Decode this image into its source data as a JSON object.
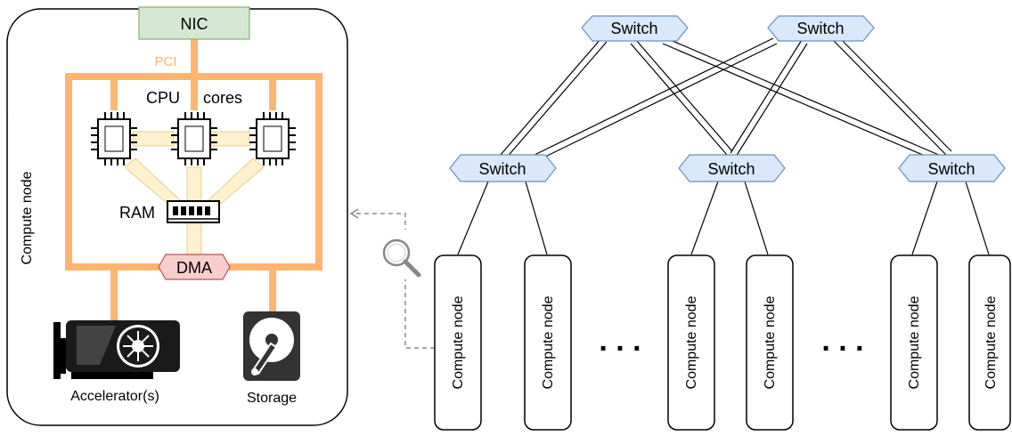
{
  "compute_node_detail": {
    "title": "Compute node",
    "nic": "NIC",
    "pci": "PCI",
    "cpu": "CPU",
    "cores": "cores",
    "ram": "RAM",
    "dma": "DMA",
    "accelerator": "Accelerator(s)",
    "storage": "Storage"
  },
  "network": {
    "switch_label": "Switch",
    "compute_node_label": "Compute node",
    "ellipsis": ". . ."
  },
  "colors": {
    "pci_bus": "#FFB570",
    "interconnect": "#FFF2CC",
    "nic_fill": "#D5E8D4",
    "nic_stroke": "#82B366",
    "switch_fill": "#DAE8FC",
    "switch_stroke": "#6C8EBF",
    "dma_fill": "#F8CECC",
    "dma_stroke": "#B85450"
  }
}
